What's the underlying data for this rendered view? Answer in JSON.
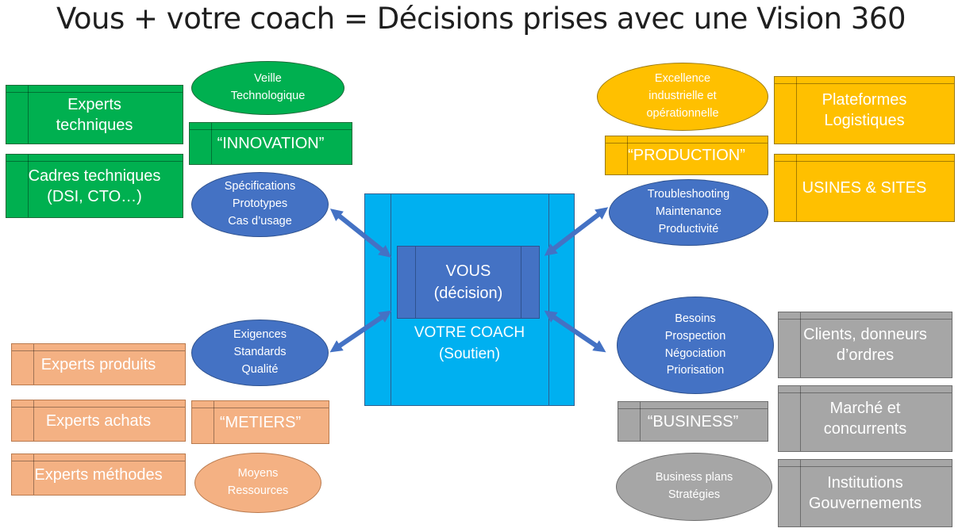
{
  "title": "Vous + votre coach = Décisions prises avec une Vision 360",
  "center": {
    "vous": "VOUS\n(décision)",
    "coach": "VOTRE COACH\n(Soutien)"
  },
  "innovation": {
    "category": "“INNOVATION”",
    "top": "Veille\nTechnologique",
    "bottom": "Spécifications\nPrototypes\nCas d’usage",
    "actors": [
      "Experts\ntechniques",
      "Cadres techniques\n(DSI, CTO…)"
    ]
  },
  "production": {
    "category": "“PRODUCTION”",
    "top": "Excellence\nindustrielle et\nopérationnelle",
    "bottom": "Troubleshooting\nMaintenance\nProductivité",
    "actors": [
      "Plateformes\nLogistiques",
      "USINES & SITES"
    ]
  },
  "metiers": {
    "category": "“METIERS”",
    "top": "Exigences\nStandards\nQualité",
    "bottom": "Moyens\nRessources",
    "actors": [
      "Experts produits",
      "Experts achats",
      "Experts méthodes"
    ]
  },
  "business": {
    "category": "“BUSINESS”",
    "top": "Besoins\nProspection\nNégociation\nPriorisation",
    "bottom": "Business plans\nStratégies",
    "actors": [
      "Clients, donneurs\nd’ordres",
      "Marché et\nconcurrents",
      "Institutions\nGouvernements"
    ]
  },
  "colors": {
    "innovation": "#00b050",
    "production": "#ffc000",
    "metiers": "#f4b183",
    "business": "#a6a6a6",
    "activity": "#4472c4",
    "coach": "#00b0f0"
  }
}
